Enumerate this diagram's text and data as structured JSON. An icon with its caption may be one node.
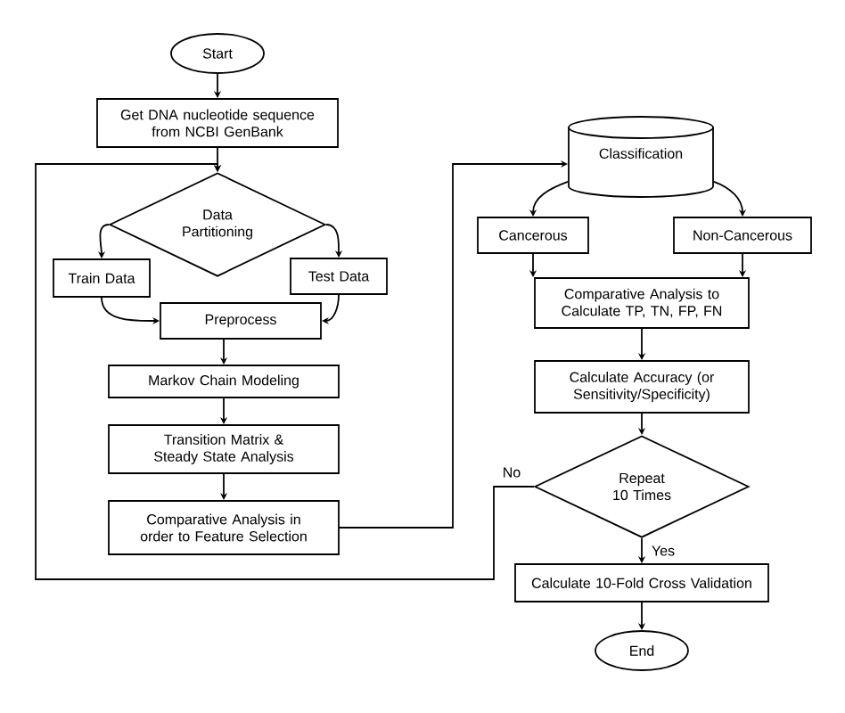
{
  "diagram": {
    "nodes": [
      {
        "text": [
          "Start"
        ]
      },
      {
        "text": [
          "Get DNA nucleotide sequence from NCBI GenBank"
        ]
      },
      {
        "text": [
          "Data Partitioning"
        ]
      },
      {
        "text": [
          "Train Data"
        ]
      },
      {
        "text": [
          "Test Data"
        ]
      },
      {
        "text": [
          "Preprocess"
        ]
      },
      {
        "text": [
          "Markov Chain Modeling"
        ]
      },
      {
        "text": [
          "Transition Matrix & Steady State Analysis"
        ]
      },
      {
        "text": [
          "Comparative Analysis in order to Feature Selection"
        ]
      },
      {
        "text": [
          "Classification"
        ]
      },
      {
        "text": [
          "Cancerous"
        ]
      },
      {
        "text": [
          "Non-Cancerous"
        ]
      },
      {
        "text": [
          "Comparative Analysis to Calculate TP, TN, FP, FN"
        ]
      },
      {
        "text": [
          "Calculate Accuracy (or Sensitivity/Specificity)"
        ]
      },
      {
        "text": [
          "Repeat 10 Times"
        ]
      },
      {
        "text": [
          "Calculate 10-Fold Cross Validation"
        ]
      },
      {
        "text": [
          "End"
        ]
      }
    ],
    "edges": [
      {
        "from": 0,
        "to": 1,
        "arrow": "to"
      },
      {
        "from": 1,
        "to": 2,
        "arrow": "to"
      },
      {
        "from": 2,
        "to": 3,
        "arrow": "to"
      },
      {
        "from": 2,
        "to": 4,
        "arrow": "to"
      },
      {
        "from": 3,
        "to": 5,
        "arrow": "to"
      },
      {
        "from": 4,
        "to": 5,
        "arrow": "to"
      },
      {
        "from": 5,
        "to": 6,
        "arrow": "to"
      },
      {
        "from": 6,
        "to": 7,
        "arrow": "to"
      },
      {
        "from": 7,
        "to": 8,
        "arrow": "to"
      },
      {
        "from": 8,
        "to": 9,
        "arrow": "to"
      },
      {
        "from": 9,
        "to": 10,
        "arrow": "to"
      },
      {
        "from": 9,
        "to": 11,
        "arrow": "to"
      },
      {
        "from": 10,
        "to": 12,
        "arrow": "to"
      },
      {
        "from": 11,
        "to": 12,
        "arrow": "to"
      },
      {
        "from": 12,
        "to": 13,
        "arrow": "to"
      },
      {
        "from": 13,
        "to": 14,
        "arrow": "to"
      },
      {
        "from": 14,
        "to": 15,
        "arrow": "to",
        "label": "Yes"
      },
      {
        "from": 14,
        "to": 2,
        "arrow": "to",
        "label": "No"
      },
      {
        "from": 15,
        "to": 16,
        "arrow": "to"
      }
    ]
  }
}
